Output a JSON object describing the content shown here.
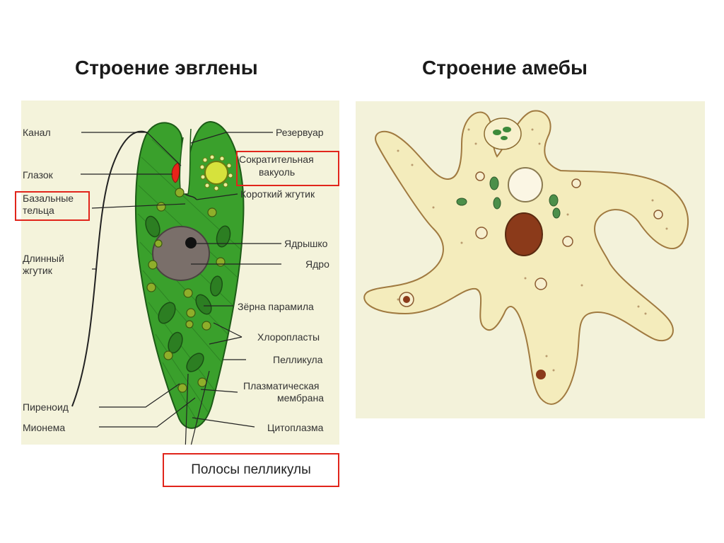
{
  "titles": {
    "euglena": "Строение эвглены",
    "amoeba": "Строение амебы"
  },
  "labels_left": {
    "kanal": "Канал",
    "glazok": "Глазок",
    "bazalnye_1": "Базальные",
    "bazalnye_2": "тельца",
    "dlinny_1": "Длинный",
    "dlinny_2": "жгутик",
    "pirenoid": "Пиреноид",
    "mionema": "Мионема"
  },
  "labels_right": {
    "rezervuar": "Резервуар",
    "sokrat_1": "Сократительная",
    "sokrat_2": "вакуоль",
    "korotkiy": "Короткий жгутик",
    "yadryshko": "Ядрышко",
    "yadro": "Ядро",
    "zerna": "Зёрна парамила",
    "hloroplasty": "Хлоропласты",
    "pellikula": "Пелликула",
    "plazm_1": "Плазматическая",
    "plazm_2": "мембрана",
    "citoplazma": "Цитоплазма"
  },
  "callout": {
    "polosy": "Полосы пелликулы"
  },
  "colors": {
    "highlight_box": "#e1251b",
    "euglena_body": "#3aa02c",
    "amoeba_body": "#f4ecbc"
  }
}
